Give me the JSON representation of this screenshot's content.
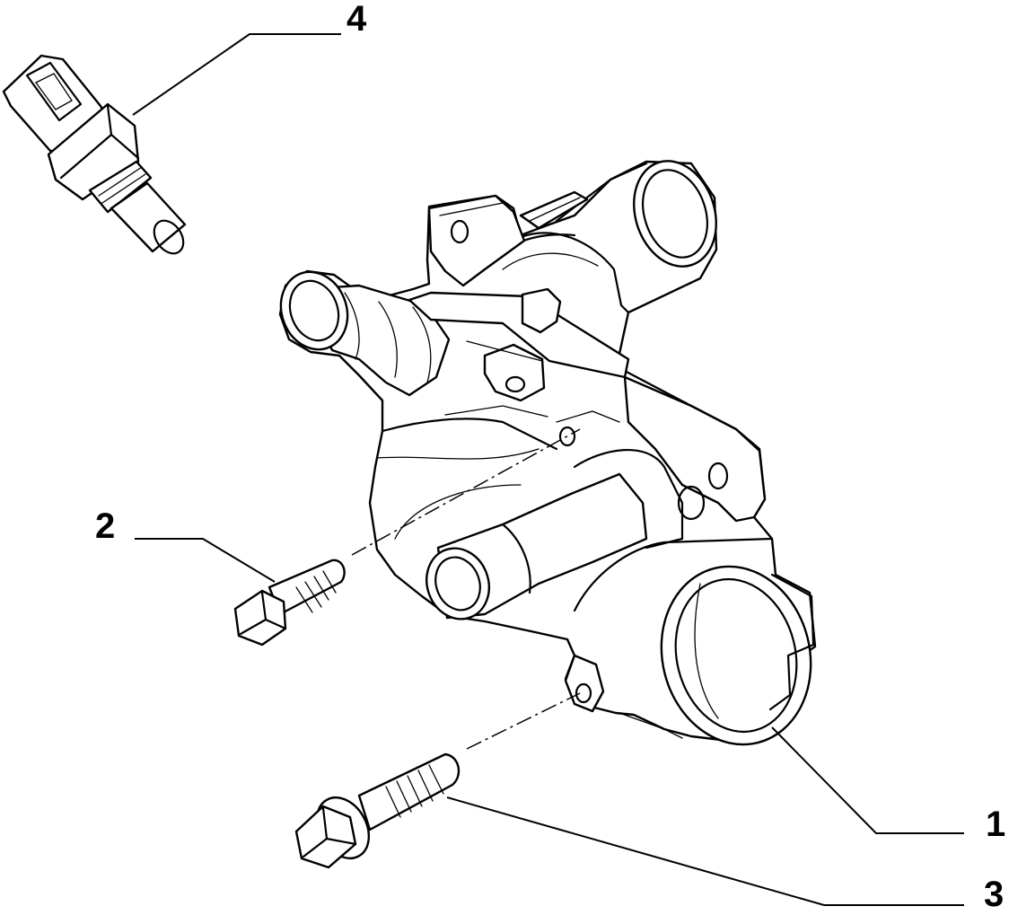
{
  "diagram": {
    "callouts": [
      {
        "id": "1",
        "label": "1",
        "part_icon": "thermostat-housing-icon"
      },
      {
        "id": "2",
        "label": "2",
        "part_icon": "bolt-icon"
      },
      {
        "id": "3",
        "label": "3",
        "part_icon": "flange-bolt-icon"
      },
      {
        "id": "4",
        "label": "4",
        "part_icon": "temperature-sensor-icon"
      }
    ],
    "colors": {
      "line": "#000000",
      "background": "#ffffff"
    }
  }
}
